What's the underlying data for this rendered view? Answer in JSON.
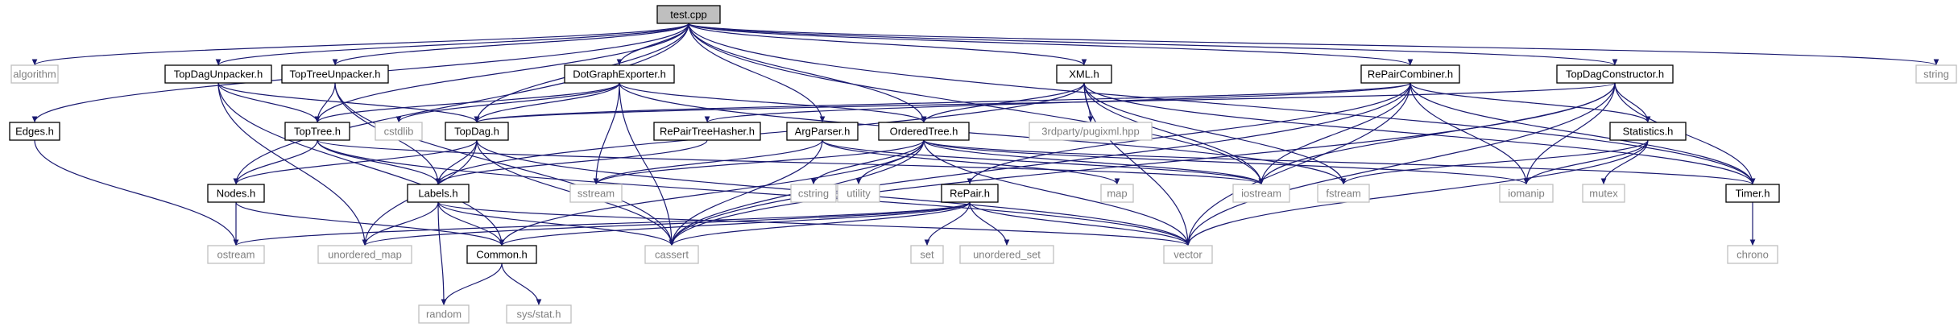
{
  "graph": {
    "colors": {
      "edge": "#191970",
      "root_fill": "#bfbfbf",
      "local_border": "#000000",
      "external_border": "#bfbfbf",
      "external_text": "#7f7f7f"
    },
    "nodes": [
      {
        "id": "test_cpp",
        "label": "test.cpp",
        "kind": "root"
      },
      {
        "id": "algorithm",
        "label": "algorithm",
        "kind": "system"
      },
      {
        "id": "Edges_h",
        "label": "Edges.h",
        "kind": "local"
      },
      {
        "id": "TopDagUnpacker_h",
        "label": "TopDagUnpacker.h",
        "kind": "local"
      },
      {
        "id": "TopTreeUnpacker_h",
        "label": "TopTreeUnpacker.h",
        "kind": "local"
      },
      {
        "id": "DotGraphExporter_h",
        "label": "DotGraphExporter.h",
        "kind": "local"
      },
      {
        "id": "XML_h",
        "label": "XML.h",
        "kind": "local"
      },
      {
        "id": "RePairCombiner_h",
        "label": "RePairCombiner.h",
        "kind": "local"
      },
      {
        "id": "TopDagConstructor_h",
        "label": "TopDagConstructor.h",
        "kind": "local"
      },
      {
        "id": "string",
        "label": "string",
        "kind": "system"
      },
      {
        "id": "TopTree_h",
        "label": "TopTree.h",
        "kind": "local"
      },
      {
        "id": "cstdlib",
        "label": "cstdlib",
        "kind": "system"
      },
      {
        "id": "TopDag_h",
        "label": "TopDag.h",
        "kind": "local"
      },
      {
        "id": "RePairTreeHasher_h",
        "label": "RePairTreeHasher.h",
        "kind": "local"
      },
      {
        "id": "ArgParser_h",
        "label": "ArgParser.h",
        "kind": "local"
      },
      {
        "id": "OrderedTree_h",
        "label": "OrderedTree.h",
        "kind": "local"
      },
      {
        "id": "pugixml_hpp",
        "label": "3rdparty/pugixml.hpp",
        "kind": "system"
      },
      {
        "id": "Statistics_h",
        "label": "Statistics.h",
        "kind": "local"
      },
      {
        "id": "Nodes_h",
        "label": "Nodes.h",
        "kind": "local"
      },
      {
        "id": "Labels_h",
        "label": "Labels.h",
        "kind": "local"
      },
      {
        "id": "sstream",
        "label": "sstream",
        "kind": "system"
      },
      {
        "id": "cstring",
        "label": "cstring",
        "kind": "system"
      },
      {
        "id": "utility",
        "label": "utility",
        "kind": "system"
      },
      {
        "id": "RePair_h",
        "label": "RePair.h",
        "kind": "local"
      },
      {
        "id": "map",
        "label": "map",
        "kind": "system"
      },
      {
        "id": "iostream",
        "label": "iostream",
        "kind": "system"
      },
      {
        "id": "fstream",
        "label": "fstream",
        "kind": "system"
      },
      {
        "id": "iomanip",
        "label": "iomanip",
        "kind": "system"
      },
      {
        "id": "mutex",
        "label": "mutex",
        "kind": "system"
      },
      {
        "id": "Timer_h",
        "label": "Timer.h",
        "kind": "local"
      },
      {
        "id": "ostream",
        "label": "ostream",
        "kind": "system"
      },
      {
        "id": "unordered_map",
        "label": "unordered_map",
        "kind": "system"
      },
      {
        "id": "Common_h",
        "label": "Common.h",
        "kind": "local"
      },
      {
        "id": "cassert",
        "label": "cassert",
        "kind": "system"
      },
      {
        "id": "set",
        "label": "set",
        "kind": "system"
      },
      {
        "id": "unordered_set",
        "label": "unordered_set",
        "kind": "system"
      },
      {
        "id": "vector",
        "label": "vector",
        "kind": "system"
      },
      {
        "id": "chrono",
        "label": "chrono",
        "kind": "system"
      },
      {
        "id": "random",
        "label": "random",
        "kind": "system"
      },
      {
        "id": "sys_stat_h",
        "label": "sys/stat.h",
        "kind": "system"
      }
    ],
    "edges": [
      [
        "test_cpp",
        "algorithm"
      ],
      [
        "test_cpp",
        "Edges_h"
      ],
      [
        "test_cpp",
        "TopDagUnpacker_h"
      ],
      [
        "test_cpp",
        "TopTreeUnpacker_h"
      ],
      [
        "test_cpp",
        "DotGraphExporter_h"
      ],
      [
        "test_cpp",
        "XML_h"
      ],
      [
        "test_cpp",
        "RePairCombiner_h"
      ],
      [
        "test_cpp",
        "TopDagConstructor_h"
      ],
      [
        "test_cpp",
        "string"
      ],
      [
        "test_cpp",
        "Nodes_h"
      ],
      [
        "test_cpp",
        "TopTree_h"
      ],
      [
        "test_cpp",
        "TopDag_h"
      ],
      [
        "test_cpp",
        "ArgParser_h"
      ],
      [
        "test_cpp",
        "OrderedTree_h"
      ],
      [
        "test_cpp",
        "iostream"
      ],
      [
        "test_cpp",
        "Timer_h"
      ],
      [
        "Edges_h",
        "ostream"
      ],
      [
        "TopDagUnpacker_h",
        "TopTree_h"
      ],
      [
        "TopDagUnpacker_h",
        "TopDag_h"
      ],
      [
        "TopDagUnpacker_h",
        "unordered_map"
      ],
      [
        "TopDagUnpacker_h",
        "Common_h"
      ],
      [
        "TopTreeUnpacker_h",
        "TopTree_h"
      ],
      [
        "TopTreeUnpacker_h",
        "Labels_h"
      ],
      [
        "TopTreeUnpacker_h",
        "cassert"
      ],
      [
        "DotGraphExporter_h",
        "TopTree_h"
      ],
      [
        "DotGraphExporter_h",
        "TopDag_h"
      ],
      [
        "DotGraphExporter_h",
        "cstdlib"
      ],
      [
        "DotGraphExporter_h",
        "OrderedTree_h"
      ],
      [
        "DotGraphExporter_h",
        "sstream"
      ],
      [
        "DotGraphExporter_h",
        "cassert"
      ],
      [
        "DotGraphExporter_h",
        "fstream"
      ],
      [
        "XML_h",
        "OrderedTree_h"
      ],
      [
        "XML_h",
        "Labels_h"
      ],
      [
        "XML_h",
        "pugixml_hpp"
      ],
      [
        "XML_h",
        "iostream"
      ],
      [
        "XML_h",
        "fstream"
      ],
      [
        "XML_h",
        "vector"
      ],
      [
        "XML_h",
        "Timer_h"
      ],
      [
        "RePairCombiner_h",
        "TopDag_h"
      ],
      [
        "RePairCombiner_h",
        "RePairTreeHasher_h"
      ],
      [
        "RePairCombiner_h",
        "Statistics_h"
      ],
      [
        "RePairCombiner_h",
        "RePair_h"
      ],
      [
        "RePairCombiner_h",
        "iostream"
      ],
      [
        "RePairCombiner_h",
        "iomanip"
      ],
      [
        "RePairCombiner_h",
        "cassert"
      ],
      [
        "RePairCombiner_h",
        "vector"
      ],
      [
        "RePairCombiner_h",
        "Timer_h"
      ],
      [
        "TopDagConstructor_h",
        "TopDag_h"
      ],
      [
        "TopDagConstructor_h",
        "Statistics_h"
      ],
      [
        "TopDagConstructor_h",
        "iostream"
      ],
      [
        "TopDagConstructor_h",
        "iomanip"
      ],
      [
        "TopDagConstructor_h",
        "Timer_h"
      ],
      [
        "TopDagConstructor_h",
        "cassert"
      ],
      [
        "TopDagConstructor_h",
        "vector"
      ],
      [
        "TopTree_h",
        "Nodes_h"
      ],
      [
        "TopTree_h",
        "Labels_h"
      ],
      [
        "TopTree_h",
        "iostream"
      ],
      [
        "TopTree_h",
        "vector"
      ],
      [
        "TopDag_h",
        "Nodes_h"
      ],
      [
        "TopDag_h",
        "Labels_h"
      ],
      [
        "TopDag_h",
        "unordered_map"
      ],
      [
        "TopDag_h",
        "cassert"
      ],
      [
        "TopDag_h",
        "vector"
      ],
      [
        "RePairTreeHasher_h",
        "Labels_h"
      ],
      [
        "ArgParser_h",
        "sstream"
      ],
      [
        "ArgParser_h",
        "map"
      ],
      [
        "ArgParser_h",
        "cassert"
      ],
      [
        "ArgParser_h",
        "iostream"
      ],
      [
        "OrderedTree_h",
        "cstring"
      ],
      [
        "OrderedTree_h",
        "utility"
      ],
      [
        "OrderedTree_h",
        "iostream"
      ],
      [
        "OrderedTree_h",
        "sstream"
      ],
      [
        "OrderedTree_h",
        "cassert"
      ],
      [
        "OrderedTree_h",
        "vector"
      ],
      [
        "OrderedTree_h",
        "Common_h"
      ],
      [
        "OrderedTree_h",
        "iomanip"
      ],
      [
        "OrderedTree_h",
        "Timer_h"
      ],
      [
        "Statistics_h",
        "fstream"
      ],
      [
        "Statistics_h",
        "iomanip"
      ],
      [
        "Statistics_h",
        "mutex"
      ],
      [
        "Statistics_h",
        "vector"
      ],
      [
        "Nodes_h",
        "ostream"
      ],
      [
        "Nodes_h",
        "Common_h"
      ],
      [
        "Labels_h",
        "unordered_map"
      ],
      [
        "Labels_h",
        "Common_h"
      ],
      [
        "Labels_h",
        "cassert"
      ],
      [
        "Labels_h",
        "random"
      ],
      [
        "Labels_h",
        "vector"
      ],
      [
        "RePair_h",
        "ostream"
      ],
      [
        "RePair_h",
        "unordered_map"
      ],
      [
        "RePair_h",
        "Common_h"
      ],
      [
        "RePair_h",
        "cassert"
      ],
      [
        "RePair_h",
        "set"
      ],
      [
        "RePair_h",
        "unordered_set"
      ],
      [
        "RePair_h",
        "vector"
      ],
      [
        "Timer_h",
        "chrono"
      ],
      [
        "Common_h",
        "random"
      ],
      [
        "Common_h",
        "sys_stat_h"
      ]
    ]
  }
}
